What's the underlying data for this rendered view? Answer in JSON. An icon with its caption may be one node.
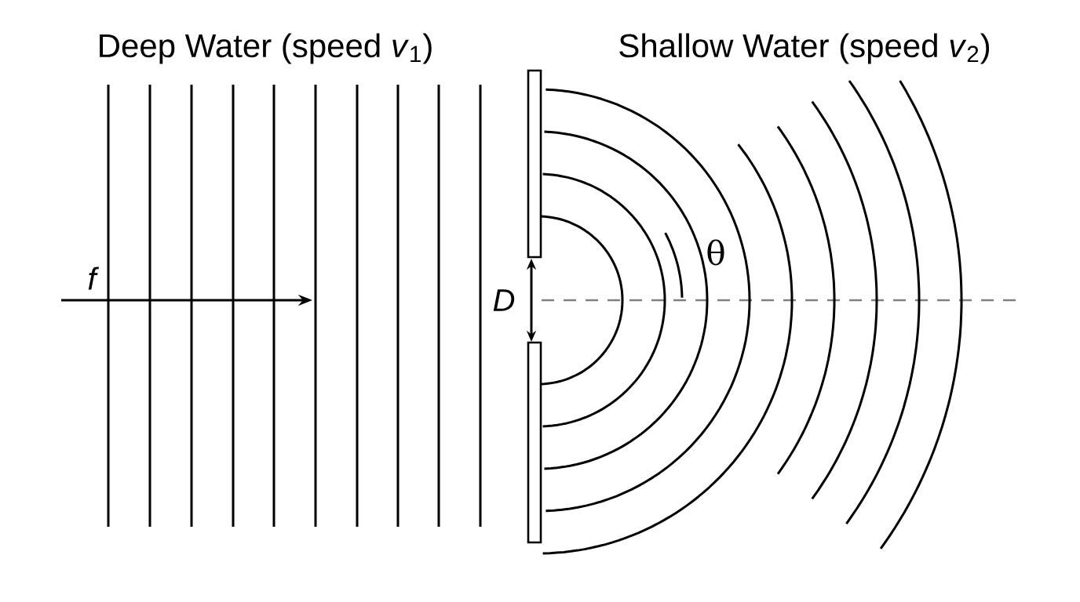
{
  "diagram": {
    "labels": [
      "Deep Water (speed *v*$_{1}$)",
      "Shallow Water (speed *v*$_{2}$)",
      "f",
      "D",
      "θ"
    ]
  }
}
